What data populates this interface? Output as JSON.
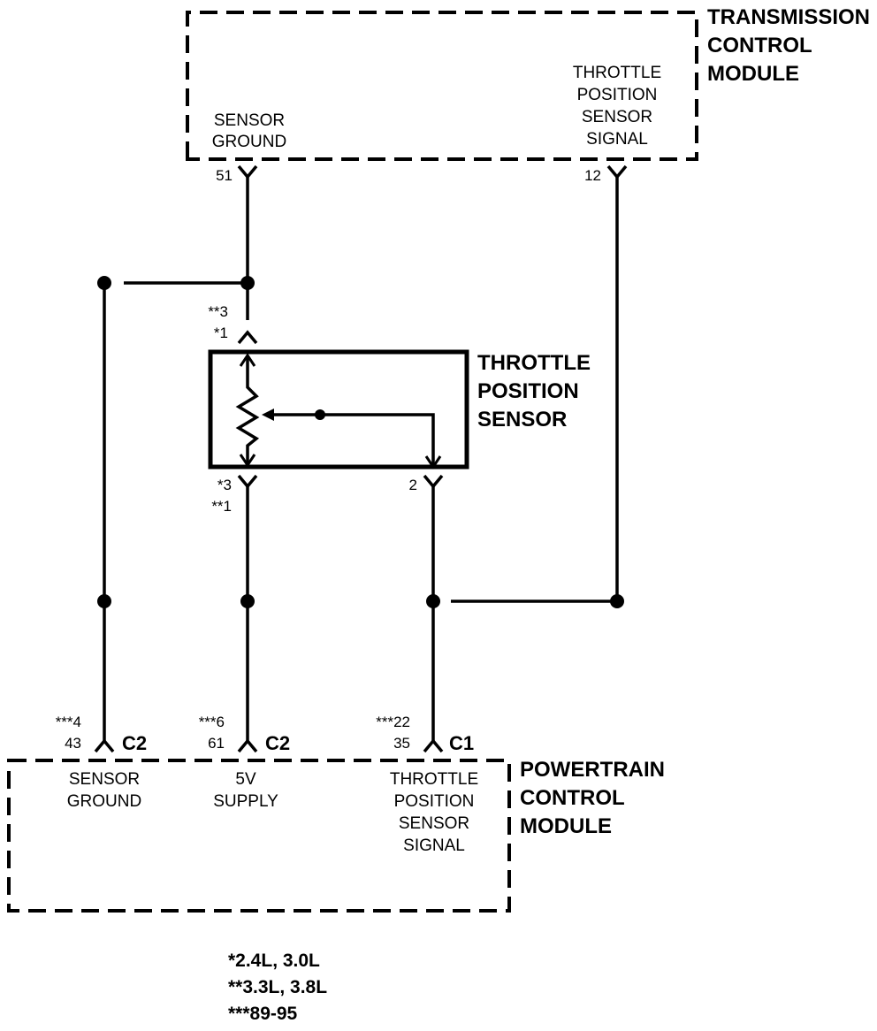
{
  "tcm": {
    "title": [
      "TRANSMISSION",
      "CONTROL",
      "MODULE"
    ],
    "sensor_ground": [
      "SENSOR",
      "GROUND"
    ],
    "tps_signal": [
      "THROTTLE",
      "POSITION",
      "SENSOR",
      "SIGNAL"
    ],
    "pin_ground": "51",
    "pin_signal": "12"
  },
  "sensor": {
    "title": [
      "THROTTLE",
      "POSITION",
      "SENSOR"
    ],
    "top_pin": [
      "**3",
      "*1"
    ],
    "bottom_left_pin": [
      "*3",
      "**1"
    ],
    "bottom_right_pin": "2"
  },
  "pcm": {
    "title": [
      "POWERTRAIN",
      "CONTROL",
      "MODULE"
    ],
    "ground_pins": [
      "***4",
      "43"
    ],
    "ground_conn": "C2",
    "ground_label": [
      "SENSOR",
      "GROUND"
    ],
    "supply_pins": [
      "***6",
      "61"
    ],
    "supply_conn": "C2",
    "supply_label": [
      "5V",
      "SUPPLY"
    ],
    "signal_pins": [
      "***22",
      "35"
    ],
    "signal_conn": "C1",
    "signal_label": [
      "THROTTLE",
      "POSITION",
      "SENSOR",
      "SIGNAL"
    ]
  },
  "footnotes": [
    "*2.4L, 3.0L",
    "**3.3L, 3.8L",
    "***89-95"
  ]
}
